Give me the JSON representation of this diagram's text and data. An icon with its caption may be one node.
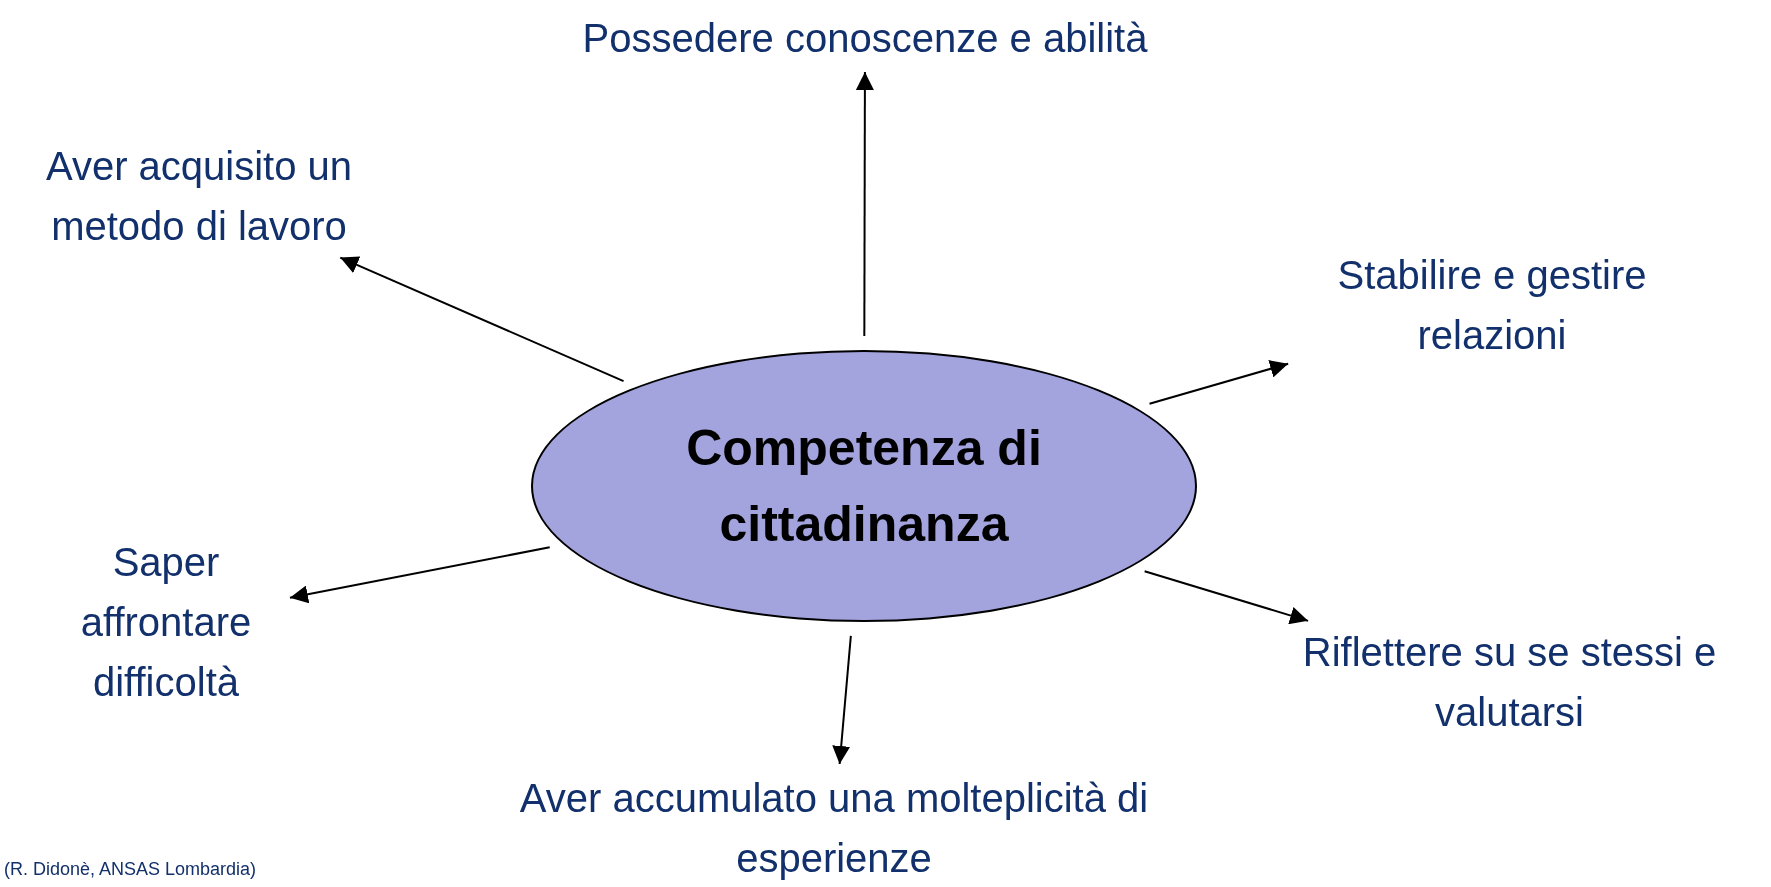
{
  "diagram": {
    "nodes": [
      {
        "text": [
          "Competenza di cittadinanza"
        ]
      },
      {
        "text": [
          "Possedere conoscenze e abilità"
        ]
      },
      {
        "text": [
          "Aver acquisito un metodo di lavoro"
        ]
      },
      {
        "text": [
          "Stabilire e gestire relazioni"
        ]
      },
      {
        "text": [
          "Saper affrontare difficoltà"
        ]
      },
      {
        "text": [
          "Riflettere su se stessi e valutarsi"
        ]
      },
      {
        "text": [
          "Aver accumulato una molteplicità di esperienze"
        ]
      }
    ],
    "edges": [
      {
        "from": 0,
        "to": 1,
        "arrow": "to"
      },
      {
        "from": 0,
        "to": 2,
        "arrow": "to"
      },
      {
        "from": 0,
        "to": 3,
        "arrow": "to"
      },
      {
        "from": 0,
        "to": 4,
        "arrow": "to"
      },
      {
        "from": 0,
        "to": 5,
        "arrow": "to"
      },
      {
        "from": 0,
        "to": 6,
        "arrow": "to"
      }
    ],
    "labels": [
      "(R. Didonè, ANSAS Lombardia)"
    ]
  }
}
